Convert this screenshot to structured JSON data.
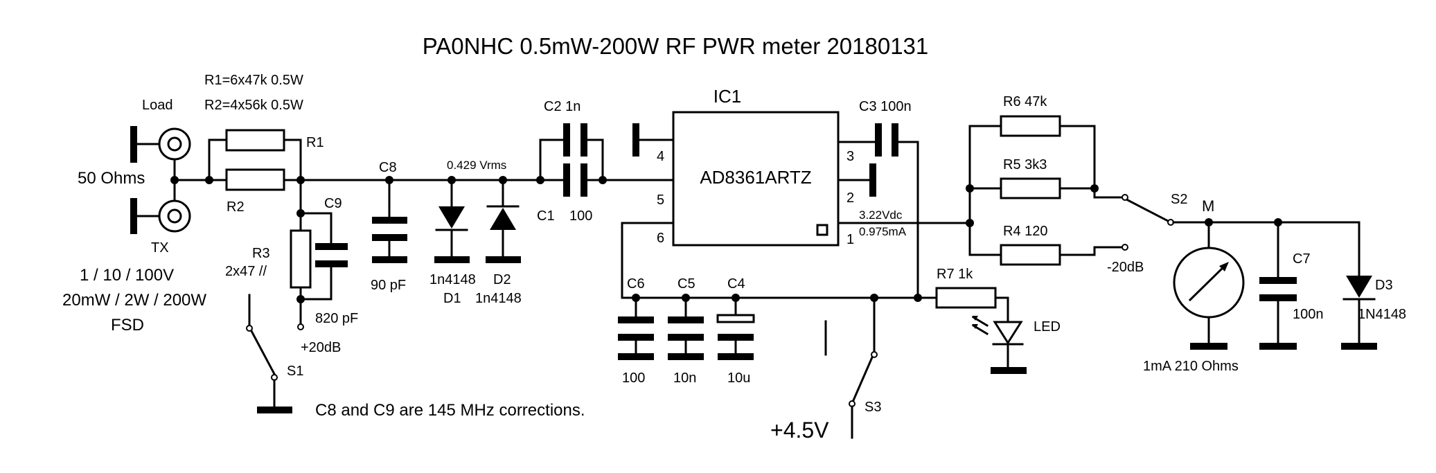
{
  "title": "PA0NHC 0.5mW-200W RF PWR meter 20180131",
  "notes": {
    "r1_spec": "R1=6x47k  0.5W",
    "r2_spec": "R2=4x56k  0.5W",
    "load": "Load",
    "impedance": "50 Ohms",
    "tx": "TX",
    "fsd_volts": "1 / 10 / 100V",
    "fsd_power": "20mW / 2W / 200W",
    "fsd": "FSD",
    "correction": "C8 and C9 are 145 MHz corrections.",
    "supply": "+4.5V",
    "plus20db": "+20dB",
    "minus20db": "-20dB",
    "vrms": "0.429 Vrms",
    "vdc": "3.22Vdc",
    "ma": "0.975mA",
    "meter_spec": "1mA  210 Ohms"
  },
  "components": {
    "r1": "R1",
    "r2": "R2",
    "r3": "R3",
    "r3_value": "2x47 //",
    "c9": "C9",
    "c9_value": "820 pF",
    "c8": "C8",
    "c8_value": "90 pF",
    "d1_type": "1n4148",
    "d1": "D1",
    "d2": "D2",
    "d2_type": "1n4148",
    "c2": "C2  1n",
    "c1": "C1",
    "c1_value": "100",
    "ic1": "IC1",
    "ic1_part": "AD8361ARTZ",
    "pin4": "4",
    "pin5": "5",
    "pin6": "6",
    "pin3": "3",
    "pin2": "2",
    "pin1": "1",
    "c3": "C3   100n",
    "c6": "C6",
    "c6_value": "100",
    "c5": "C5",
    "c5_value": "10n",
    "c4": "C4",
    "c4_value": "10u",
    "s1": "S1",
    "s3": "S3",
    "r7": "R7   1k",
    "led": "LED",
    "r6": "R6   47k",
    "r5": "R5   3k3",
    "r4": "R4   120",
    "s2": "S2",
    "meter": "M",
    "c7": "C7",
    "c7_value": "100n",
    "d3": "D3",
    "d3_type": "1N4148"
  }
}
